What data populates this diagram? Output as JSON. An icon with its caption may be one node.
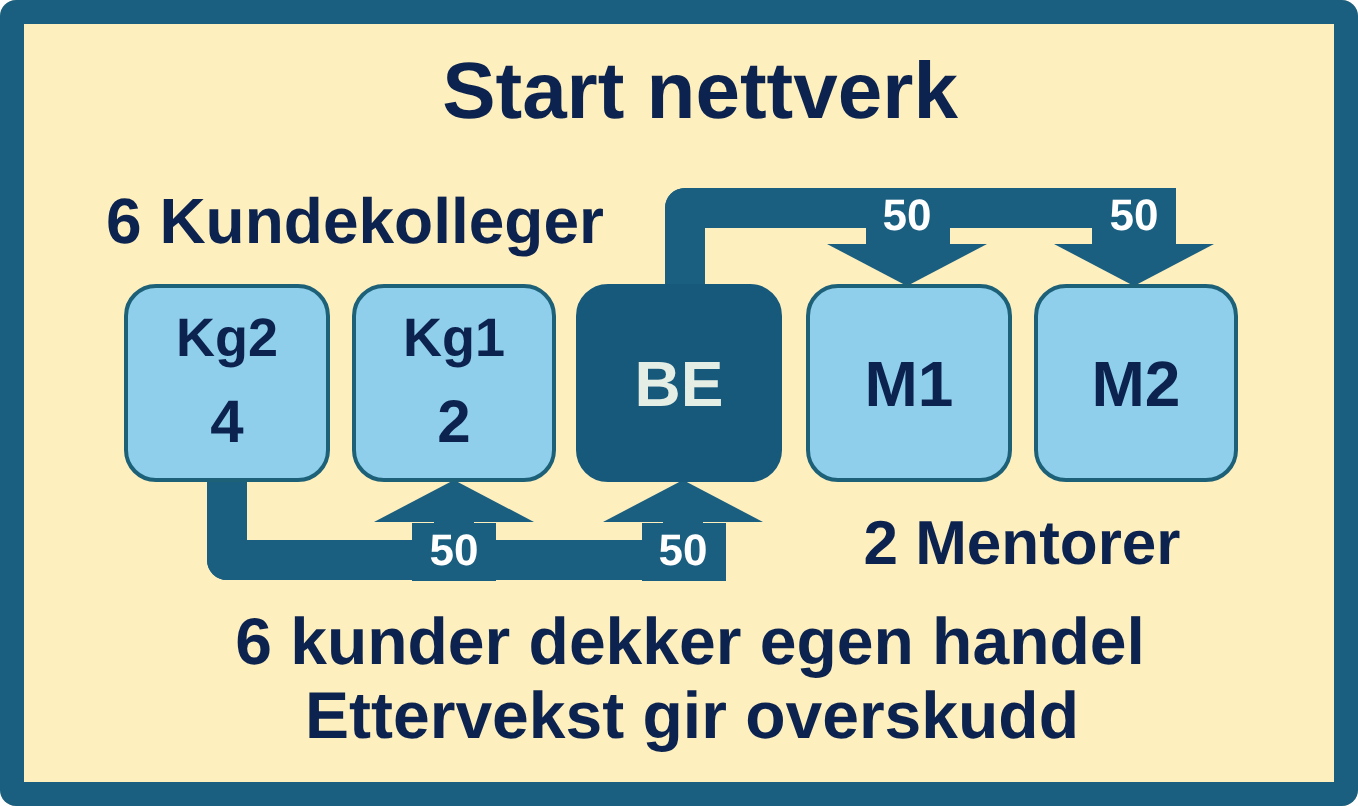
{
  "diagram": {
    "title": "Start nettverk",
    "nodes": [
      {
        "text": [
          "Kg2",
          "4"
        ]
      },
      {
        "text": [
          "Kg1",
          "2"
        ]
      },
      {
        "text": [
          "BE"
        ]
      },
      {
        "text": [
          "M1"
        ]
      },
      {
        "text": [
          "M2"
        ]
      }
    ],
    "edges": [
      {
        "from": 2,
        "to": 3,
        "arrow": "to",
        "label": "50"
      },
      {
        "from": 2,
        "to": 4,
        "arrow": "to",
        "label": "50"
      },
      {
        "from": 0,
        "to": 1,
        "arrow": "to",
        "label": "50"
      },
      {
        "from": 0,
        "to": 2,
        "arrow": "to",
        "label": "50"
      }
    ],
    "labels": [
      "6 Kundekolleger",
      "2 Mentorer",
      "6 kunder dekker egen handel",
      "Ettervekst gir overskudd"
    ]
  }
}
